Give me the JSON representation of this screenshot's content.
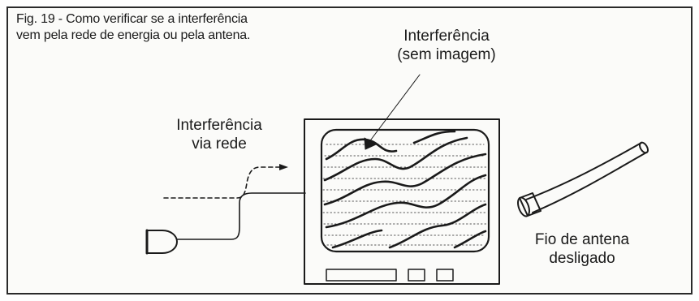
{
  "figure": {
    "caption_line1": "Fig. 19 - Como verificar se a interferência",
    "caption_line2": "vem pela rede de energia ou pela antena."
  },
  "labels": {
    "interference_screen_line1": "Interferência",
    "interference_screen_line2": "(sem imagem)",
    "interference_network_line1": "Interferência",
    "interference_network_line2": "via rede",
    "antenna_wire_line1": "Fio de antena",
    "antenna_wire_line2": "desligado"
  },
  "icons": [
    "tv-set-icon",
    "power-plug-icon",
    "antenna-cable-icon",
    "arrow-icon"
  ],
  "colors": {
    "ink": "#1a1a1a",
    "background": "#fbfbf9"
  }
}
